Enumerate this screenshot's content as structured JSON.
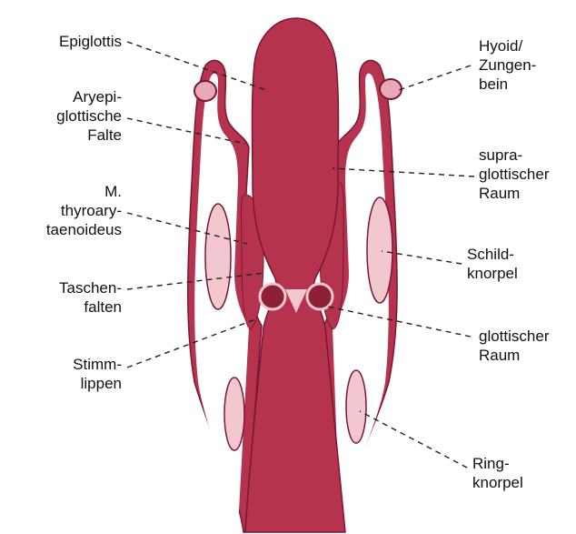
{
  "colors": {
    "tissue": "#b5334f",
    "tissue_dark": "#8e1f38",
    "cartilage": "#f2c7d0",
    "outline": "#7a1830",
    "leader": "#222222"
  },
  "labels_left": {
    "epiglottis": [
      "Epiglottis"
    ],
    "aryepiglottische_falte": [
      "Aryepi-",
      "glottische",
      "Falte"
    ],
    "m_thyroarytaenoideus": [
      "M.",
      "thyroary-",
      "taenoideus"
    ],
    "taschenfalten": [
      "Taschen-",
      "falten"
    ],
    "stimmlippen": [
      "Stimm-",
      "lippen"
    ]
  },
  "labels_right": {
    "hyoid": [
      "Hyoid/",
      "Zungen-",
      "bein"
    ],
    "supraglottischer_raum": [
      "supra-",
      "glottischer",
      "Raum"
    ],
    "schildknorpel": [
      "Schild-",
      "knorpel"
    ],
    "glottischer_raum": [
      "glottischer",
      "Raum"
    ],
    "ringknorpel": [
      "Ring-",
      "knorpel"
    ]
  }
}
